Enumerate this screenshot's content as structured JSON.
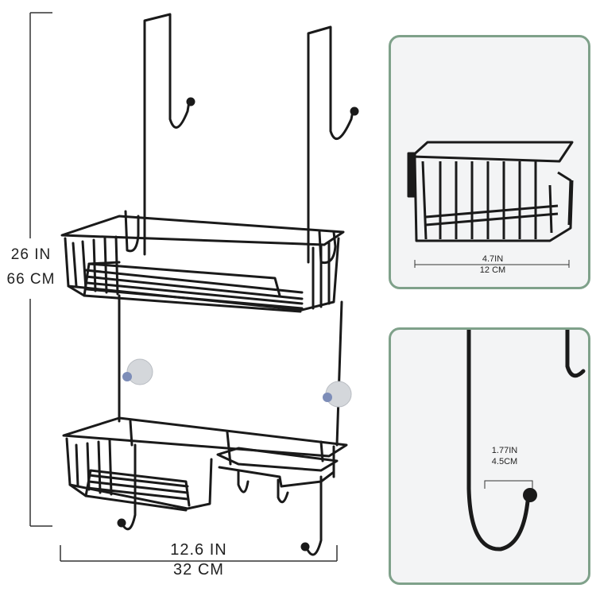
{
  "dimensions": {
    "height_in": "26  IN",
    "height_cm": "66 CM",
    "width_in": "12.6  IN",
    "width_cm": "32  CM"
  },
  "detail_basket": {
    "width_in": "4.7IN",
    "width_cm": "12 CM"
  },
  "detail_hook": {
    "depth_in": "1.77IN",
    "depth_cm": "4.5CM"
  },
  "colors": {
    "metal": "#1a1a1a",
    "panel_border": "#7fa18a",
    "panel_bg": "#f3f4f5",
    "dimension_line": "#333333",
    "suction_cup": "#c9ccd1"
  }
}
